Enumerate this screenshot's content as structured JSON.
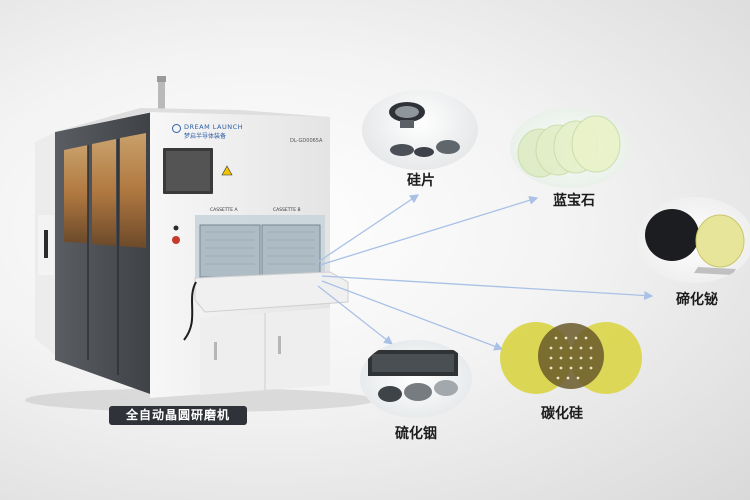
{
  "machine": {
    "brand": "DREAM LAUNCH",
    "brand_cn": "梦启半导体装备",
    "model": "DL-GD0065A",
    "cassette_a": "CASSETTE A",
    "cassette_b": "CASSETTE B",
    "caption": "全自动晶圆研磨机"
  },
  "materials": [
    {
      "label": "硅片"
    },
    {
      "label": "蓝宝石"
    },
    {
      "label": "碲化铋"
    },
    {
      "label": "碳化硅"
    },
    {
      "label": "硫化铟"
    }
  ],
  "colors": {
    "arrow": "#a9c1e6",
    "caption_bg": "#2f3238",
    "machine_dark": "#4a4d52",
    "sapphire": "#e3f0c8",
    "sic_yellow": "#d7d23a"
  }
}
